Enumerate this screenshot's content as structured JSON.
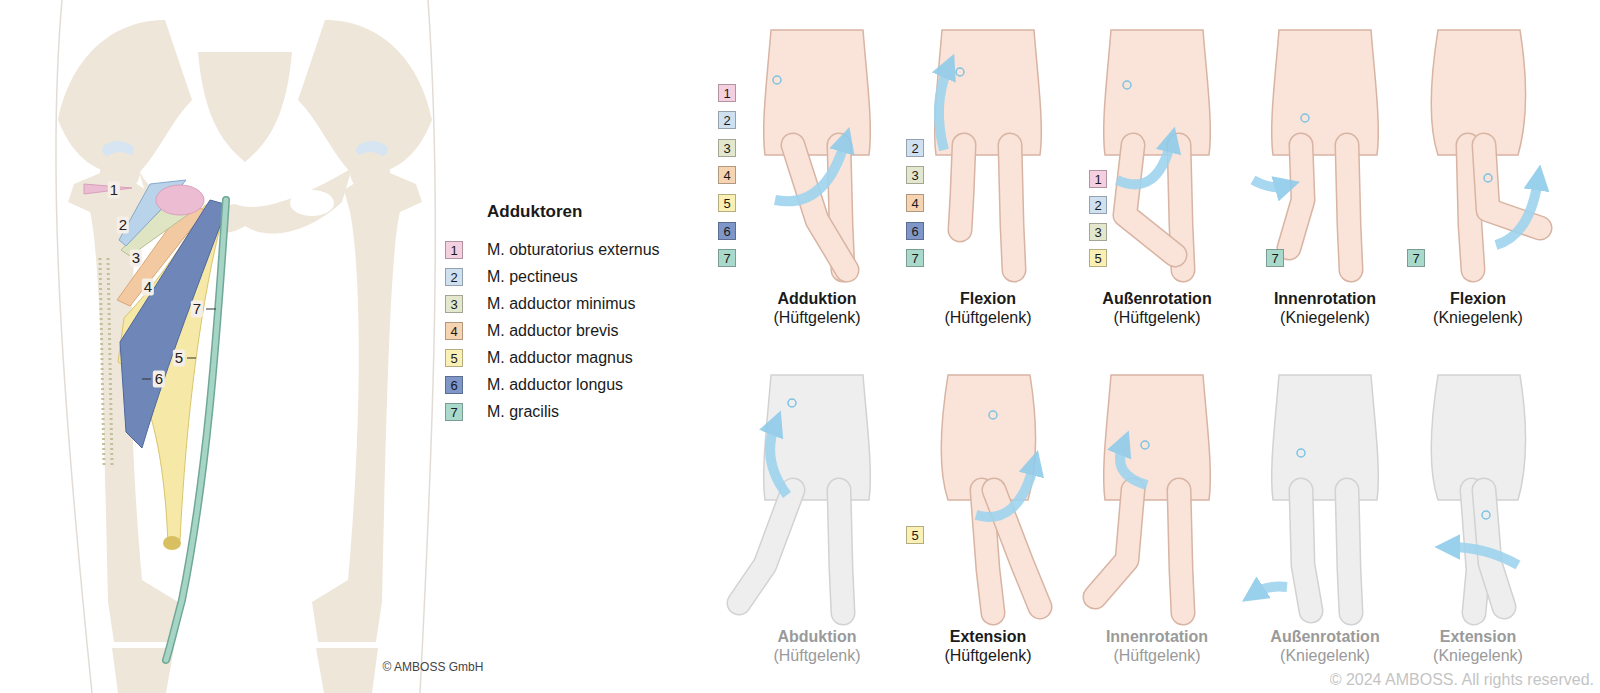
{
  "diagram": {
    "title": "Adduktoren",
    "nodes": [
      {
        "text": [
          "1"
        ]
      },
      {
        "text": [
          "2"
        ]
      },
      {
        "text": [
          "3"
        ]
      },
      {
        "text": [
          "4"
        ]
      },
      {
        "text": [
          "5"
        ]
      },
      {
        "text": [
          "6"
        ]
      },
      {
        "text": [
          "7"
        ]
      },
      {
        "text": [
          "2"
        ]
      },
      {
        "text": [
          "3"
        ]
      },
      {
        "text": [
          "4"
        ]
      },
      {
        "text": [
          "6"
        ]
      },
      {
        "text": [
          "7"
        ]
      },
      {
        "text": [
          "1"
        ]
      },
      {
        "text": [
          "2"
        ]
      },
      {
        "text": [
          "3"
        ]
      },
      {
        "text": [
          "5"
        ]
      },
      {
        "text": [
          "7"
        ]
      },
      {
        "text": [
          "7"
        ]
      },
      {
        "text": [
          "5"
        ]
      }
    ],
    "labels": [
      "1",
      "2",
      "3",
      "4",
      "7",
      "5",
      "6",
      "1",
      "2",
      "3",
      "4",
      "5",
      "6",
      "7",
      "Adduktion",
      "(Hüftgelenk)",
      "Flexion",
      "(Hüftgelenk)",
      "Außenrotation",
      "(Hüftgelenk)",
      "Innenrotation",
      "(Kniegelenk)",
      "Flexion",
      "(Kniegelenk)",
      "Abduktion",
      "(Hüftgelenk)",
      "Extension",
      "(Hüftgelenk)",
      "Innenrotation",
      "(Hüftgelenk)",
      "Außenrotation",
      "(Kniegelenk)",
      "Extension",
      "(Kniegelenk)",
      "© AMBOSS GmbH",
      "© 2024 AMBOSS. All rights reserved."
    ],
    "legend": [
      {
        "text": "M. obturatorius externus",
        "color": "#f4cfe0"
      },
      {
        "text": "M. pectineus",
        "color": "#cfe0f1"
      },
      {
        "text": "M. adductor minimus",
        "color": "#e3e7cd"
      },
      {
        "text": "M. adductor brevis",
        "color": "#f6d3b1"
      },
      {
        "text": "M. adductor magnus",
        "color": "#faf0b4"
      },
      {
        "text": "M. adductor longus",
        "color": "#7f97c8"
      },
      {
        "text": "M. gracilis",
        "color": "#a9d9cb"
      }
    ]
  }
}
